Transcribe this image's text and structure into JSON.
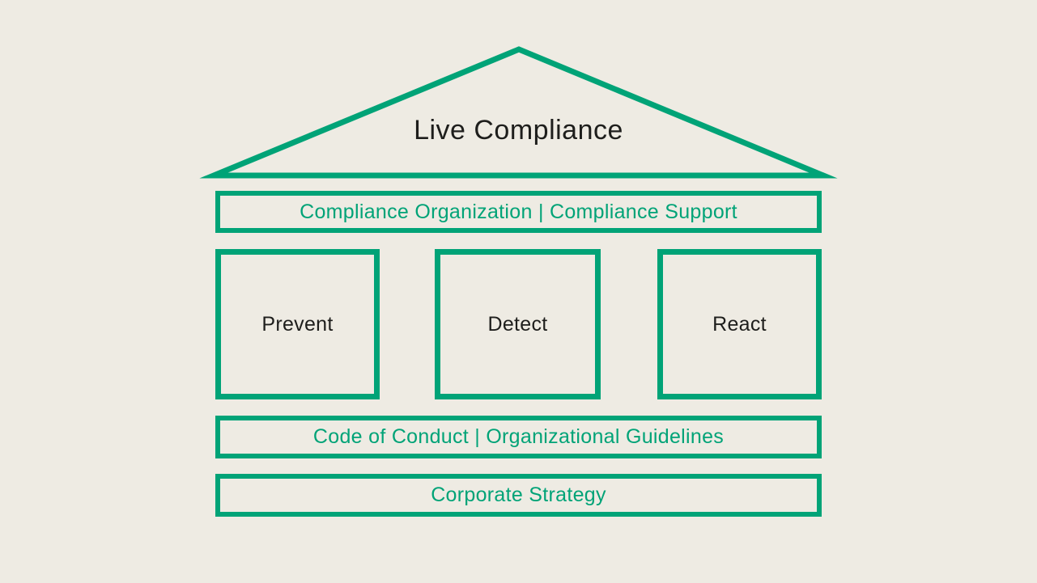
{
  "diagram": {
    "title": "Live Compliance",
    "top_bar": {
      "label": "Compliance Organization | Compliance Support"
    },
    "pillars": [
      {
        "label": "Prevent"
      },
      {
        "label": "Detect"
      },
      {
        "label": "React"
      }
    ],
    "foundation_bars": [
      {
        "label": "Code of Conduct | Organizational Guidelines"
      },
      {
        "label": "Corporate Strategy"
      }
    ]
  },
  "colors": {
    "accent_green": "#00a377",
    "background": "#eeebe3",
    "text_dark": "#1e1e1c"
  }
}
